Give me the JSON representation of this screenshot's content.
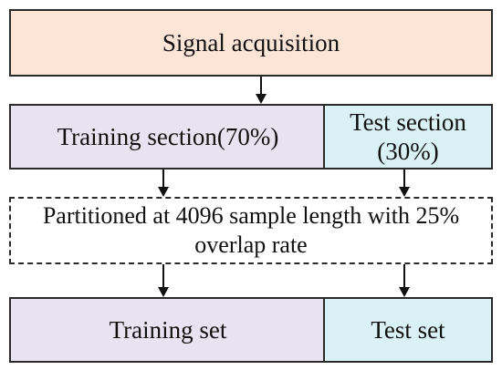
{
  "top": {
    "label": "Signal acquisition",
    "fill": "#FCE4D6"
  },
  "split": {
    "training": {
      "label": "Training section(70%)",
      "fill": "#E9E3F1"
    },
    "test": {
      "label": "Test section (30%)",
      "fill": "#DAF2F6"
    }
  },
  "partition": {
    "label": "Partitioned at 4096 sample length with 25% overlap rate"
  },
  "sets": {
    "training": {
      "label": "Training set",
      "fill": "#E9E3F1"
    },
    "test": {
      "label": "Test set",
      "fill": "#DAF2F6"
    }
  }
}
